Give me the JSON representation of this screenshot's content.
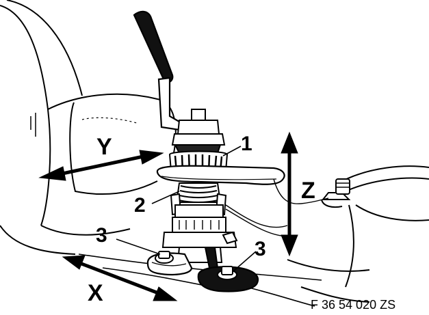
{
  "figure": {
    "axis_labels": {
      "x": "X",
      "y": "Y",
      "z": "Z"
    },
    "callouts": {
      "c1": "1",
      "c2": "2",
      "c3_left": "3",
      "c3_right": "3"
    },
    "reference_code": "F 36 54 020 ZS"
  },
  "colors": {
    "ink": "#000000",
    "paper": "#ffffff"
  }
}
